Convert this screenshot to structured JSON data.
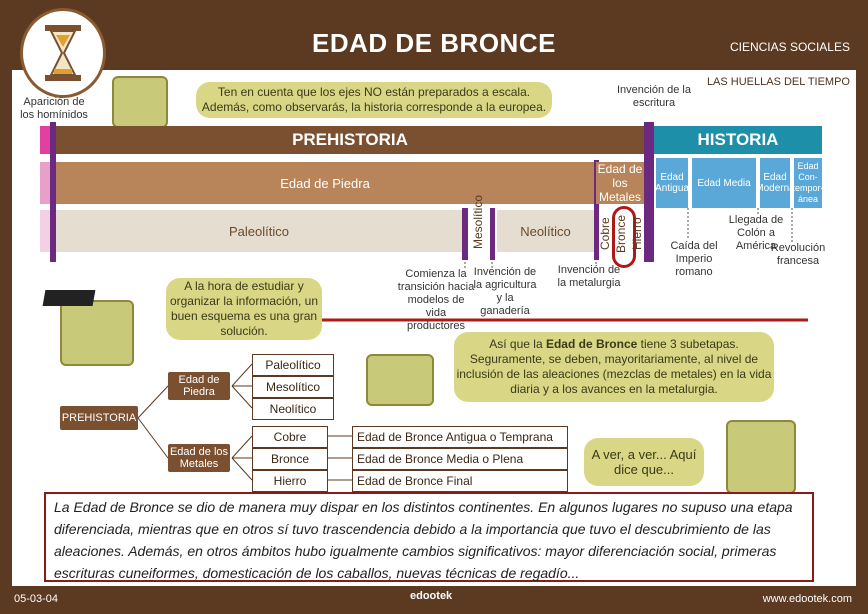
{
  "header": {
    "title": "EDAD DE BRONCE",
    "subject": "CIENCIAS SOCIALES",
    "subtitle": "LAS HUELLAS DEL TIEMPO"
  },
  "notes": {
    "hominidos": "Aparición de los homínidos",
    "escritura": "Invención de la escritura",
    "transicion": "Comienza la transición hacia modelos de vida productores",
    "agricultura": "Invención de la agricultura y la ganadería",
    "metalurgia": "Invención de la metalurgia",
    "imperio": "Caída del Imperio romano",
    "colon": "Llegada de Colón a América",
    "revolucion": "Revolución francesa"
  },
  "speech": {
    "top": "Ten en cuenta que los ejes NO están preparados a escala. Además, como observarás, la historia corresponde a la europea.",
    "esquema": "A la hora de estudiar y organizar la información, un buen esquema es una gran solución.",
    "bronce_pre": "Así que la ",
    "bronce_bold": "Edad de Bronce",
    "bronce_post": " tiene 3 subetapas. Seguramente, se deben, mayoritariamente, al nivel de inclusión de las aleaciones (mezclas de metales) en la vida diaria y a los avances en la metalurgia.",
    "aver": "A ver, a ver... Aquí dice que..."
  },
  "timeline": {
    "prehistoria": "PREHISTORIA",
    "historia": "HISTORIA",
    "piedra": "Edad de Piedra",
    "metales": "Edad de los Metales",
    "paleolitico": "Paleolítico",
    "mesolitico": "Mesolítico",
    "neolitico": "Neolítico",
    "cobre": "Cobre",
    "bronce": "Bronce",
    "hierro": "Hierro",
    "antigua": "Edad Antigua",
    "media": "Edad Media",
    "moderna": "Edad Moderna",
    "contemporanea": "Edad Con-tempor-ánea"
  },
  "tree": {
    "root": "PREHISTORIA",
    "piedra": "Edad de Piedra",
    "metales": "Edad de los Metales",
    "paleolitico": "Paleolítico",
    "mesolitico": "Mesolítico",
    "neolitico": "Neolítico",
    "cobre": "Cobre",
    "bronce": "Bronce",
    "hierro": "Hierro",
    "bronce_antigua": "Edad de Bronce Antigua o Temprana",
    "bronce_media": "Edad de Bronce Media o Plena",
    "bronce_final": "Edad de Bronce Final"
  },
  "paragraph": "La Edad de Bronce se dio de manera muy dispar en los distintos continentes. En algunos lugares no supuso una etapa diferenciada, mientras que en otros sí tuvo trascendencia debido a la importancia que tuvo el descubrimiento de las aleaciones. Además, en otros ámbitos hubo igualmente cambios significativos: mayor diferenciación social, primeras escrituras cuneiformes, domesticación de los caballos, nuevas técnicas de regadío...",
  "footer": {
    "code": "05-03-04",
    "logo": "edootek",
    "url": "www.edootek.com"
  },
  "colors": {
    "brown": "#5b3a21",
    "purple": "#6b2a7f",
    "teal": "#1d8fa8",
    "crimson": "#8b1a1a"
  }
}
